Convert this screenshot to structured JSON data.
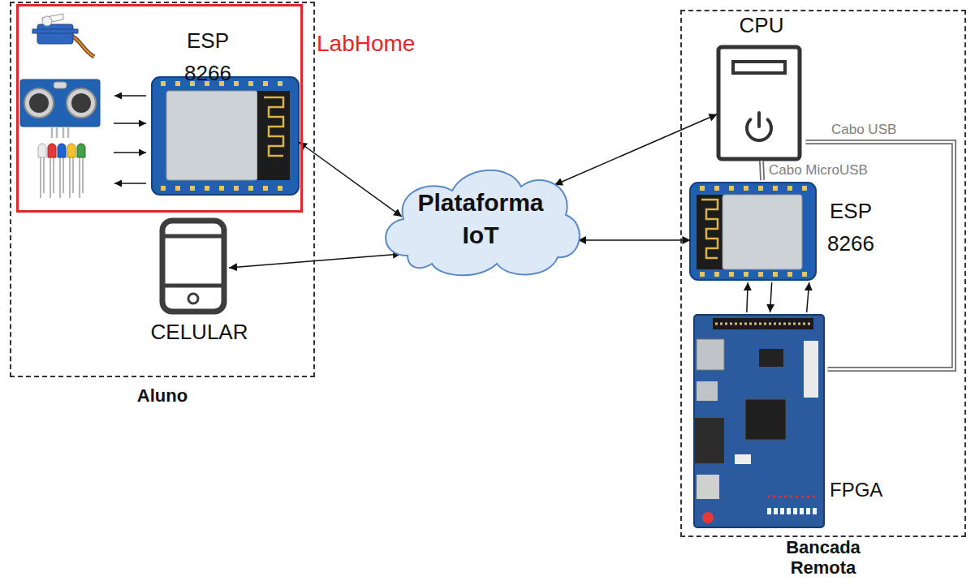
{
  "diagram": {
    "nodes": [
      {
        "text": [
          "Aluno"
        ]
      },
      {
        "text": [
          "LabHome"
        ],
        "in": 0
      },
      {
        "text": [
          "ESP 8266"
        ],
        "in": 1
      },
      {
        "text": [
          "CELULAR"
        ],
        "in": 0
      },
      {
        "text": [
          "Plataforma IoT"
        ]
      },
      {
        "text": [
          "Bancada Remota"
        ]
      },
      {
        "text": [
          "CPU"
        ],
        "in": 5
      },
      {
        "text": [
          "ESP 8266"
        ],
        "in": 5
      },
      {
        "text": [
          "FPGA"
        ],
        "in": 5
      }
    ],
    "edges": [
      {
        "from": 2,
        "to": 4,
        "arrow": "both"
      },
      {
        "from": 3,
        "to": 4,
        "arrow": "both"
      },
      {
        "from": 4,
        "to": 6,
        "arrow": "both"
      },
      {
        "from": 4,
        "to": 7,
        "arrow": "both"
      },
      {
        "from": 6,
        "to": 7,
        "label": "Cabo MicroUSB",
        "arrow": "none"
      },
      {
        "from": 6,
        "to": 8,
        "label": "Cabo USB",
        "arrow": "none"
      },
      {
        "from": 8,
        "to": 7,
        "arrow": "to"
      },
      {
        "from": 7,
        "to": 8,
        "arrow": "to"
      },
      {
        "from": 8,
        "to": 7,
        "arrow": "to"
      }
    ]
  }
}
